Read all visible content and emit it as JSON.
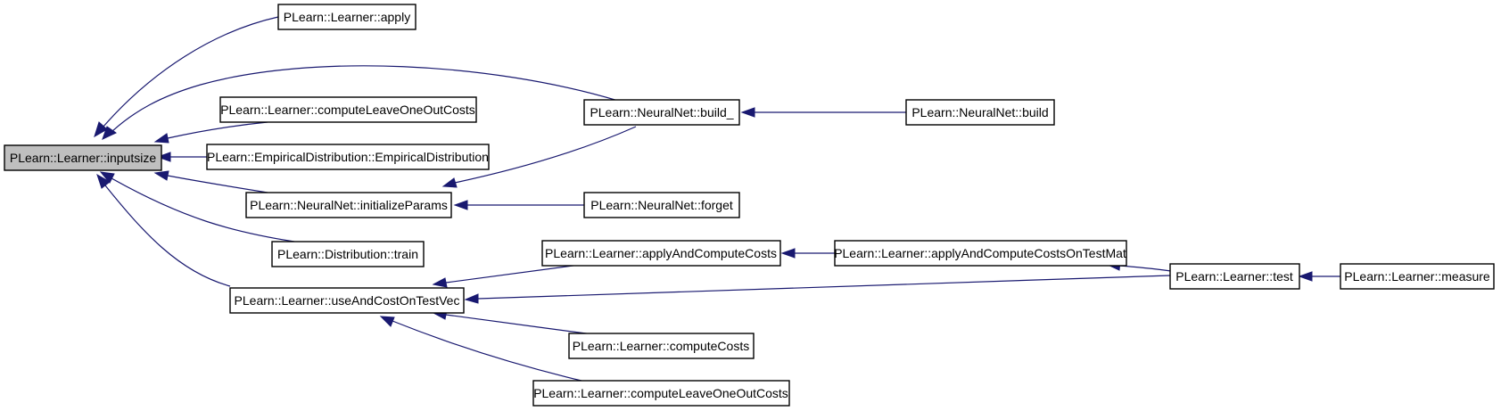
{
  "nodes": {
    "inputsize": "PLearn::Learner::inputsize",
    "apply": "PLearn::Learner::apply",
    "computeLeaveOneOutCosts_1": "PLearn::Learner::computeLeaveOneOutCosts",
    "empiricalDistribution": "PLearn::EmpiricalDistribution::EmpiricalDistribution",
    "initializeParams": "PLearn::NeuralNet::initializeParams",
    "train": "PLearn::Distribution::train",
    "useAndCostOnTestVec": "PLearn::Learner::useAndCostOnTestVec",
    "build_": "PLearn::NeuralNet::build_",
    "build": "PLearn::NeuralNet::build",
    "forget": "PLearn::NeuralNet::forget",
    "applyAndComputeCosts": "PLearn::Learner::applyAndComputeCosts",
    "applyAndComputeCostsOnTestMat": "PLearn::Learner::applyAndComputeCostsOnTestMat",
    "test": "PLearn::Learner::test",
    "measure": "PLearn::Learner::measure",
    "computeCosts": "PLearn::Learner::computeCosts",
    "computeLeaveOneOutCosts_2": "PLearn::Learner::computeLeaveOneOutCosts"
  },
  "colors": {
    "edge": "#191970",
    "root_fill": "#bfbfbf",
    "node_fill": "#ffffff",
    "border": "#000000"
  }
}
